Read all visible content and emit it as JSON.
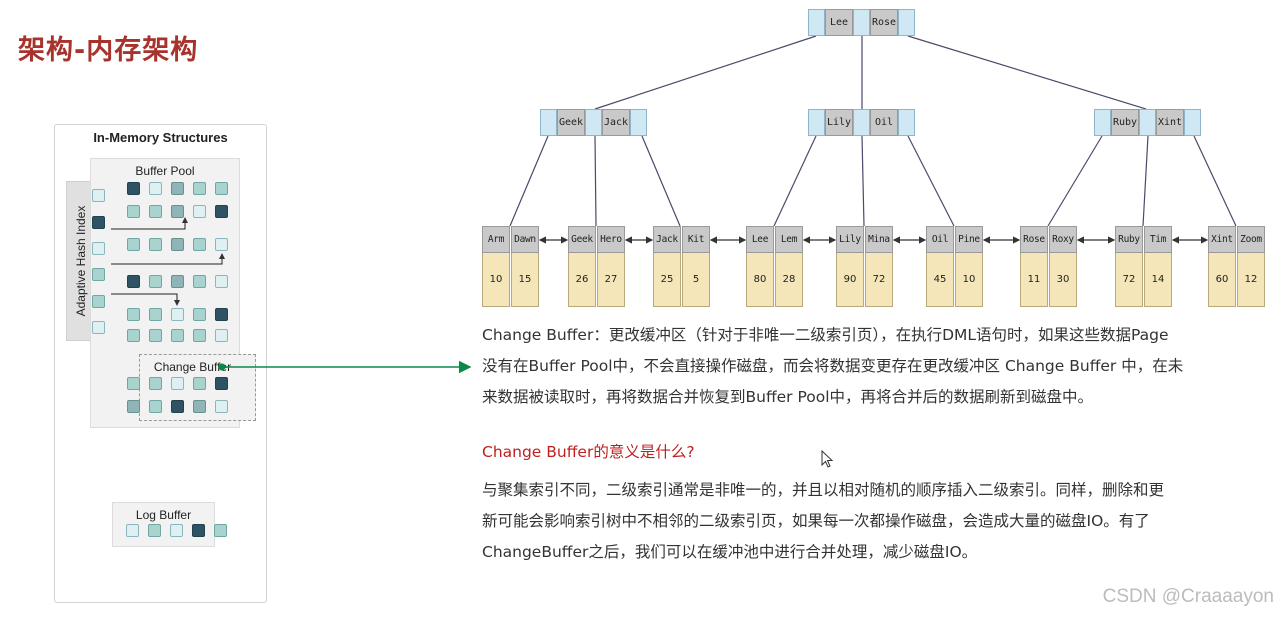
{
  "title": "架构-内存架构",
  "memory": {
    "panel_title": "In-Memory Structures",
    "buffer_pool_label": "Buffer Pool",
    "ahi_label": "Adaptive Hash Index",
    "change_buffer_label": "Change Buffer",
    "log_buffer_label": "Log Buffer",
    "ahi_cells": [
      0,
      3,
      0,
      1,
      1,
      0
    ],
    "bp_rows": [
      [
        3,
        0,
        2,
        1,
        1
      ],
      [
        1,
        1,
        2,
        0,
        3
      ],
      [
        1,
        1,
        2,
        1,
        0
      ],
      [
        3,
        1,
        2,
        1,
        0
      ],
      [
        1,
        1,
        0,
        1,
        3
      ],
      [
        1,
        1,
        1,
        1,
        0
      ]
    ],
    "cb_rows": [
      [
        1,
        1,
        0,
        1,
        3
      ],
      [
        2,
        1,
        3,
        2,
        0
      ]
    ],
    "log_cells": [
      0,
      1,
      0,
      3,
      1
    ]
  },
  "tree": {
    "root": [
      "Lee",
      "Rose"
    ],
    "internal": [
      [
        "Geek",
        "Jack"
      ],
      [
        "Lily",
        "Oil"
      ],
      [
        "Ruby",
        "Xint"
      ]
    ],
    "leaves": [
      {
        "keys": [
          "Arm",
          "Dawn"
        ],
        "values": [
          "10",
          "15"
        ]
      },
      {
        "keys": [
          "Geek",
          "Hero"
        ],
        "values": [
          "26",
          "27"
        ]
      },
      {
        "keys": [
          "Jack",
          "Kit"
        ],
        "values": [
          "25",
          "5"
        ]
      },
      {
        "keys": [
          "Lee",
          "Lem"
        ],
        "values": [
          "80",
          "28"
        ]
      },
      {
        "keys": [
          "Lily",
          "Mina"
        ],
        "values": [
          "90",
          "72"
        ]
      },
      {
        "keys": [
          "Oil",
          "Pine"
        ],
        "values": [
          "45",
          "10"
        ]
      },
      {
        "keys": [
          "Rose",
          "Roxy"
        ],
        "values": [
          "11",
          "30"
        ]
      },
      {
        "keys": [
          "Ruby",
          "Tim"
        ],
        "values": [
          "72",
          "14"
        ]
      },
      {
        "keys": [
          "Xint",
          "Zoom"
        ],
        "values": [
          "60",
          "12"
        ]
      }
    ]
  },
  "text": {
    "p1_l1": "Change Buffer：更改缓冲区（针对于非唯一二级索引页），在执行DML语句时，如果这些数据Page",
    "p1_l2": "没有在Buffer Pool中，不会直接操作磁盘，而会将数据变更存在更改缓冲区 Change Buffer 中，在未",
    "p1_l3": "来数据被读取时，再将数据合并恢复到Buffer Pool中，再将合并后的数据刷新到磁盘中。",
    "heading": "Change Buffer的意义是什么?",
    "p2_l1": "与聚集索引不同，二级索引通常是非唯一的，并且以相对随机的顺序插入二级索引。同样，删除和更",
    "p2_l2": "新可能会影响索引树中不相邻的二级索引页，如果每一次都操作磁盘，会造成大量的磁盘IO。有了",
    "p2_l3": "ChangeBuffer之后，我们可以在缓冲池中进行合并处理，减少磁盘IO。"
  },
  "watermark": "CSDN @Craaaayon",
  "colors": {
    "title": "#a8322c",
    "heading": "#c01f1f",
    "arrow": "#0a8a4a"
  }
}
